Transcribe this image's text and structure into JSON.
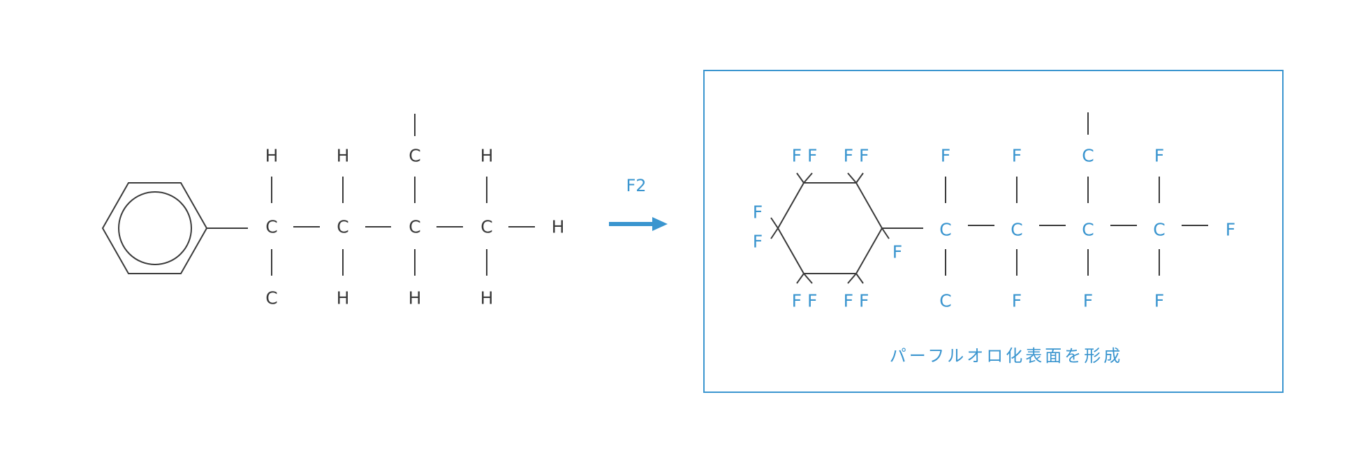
{
  "reactant": {
    "chain_top": [
      "H",
      "H",
      "C",
      "H"
    ],
    "chain_mid": [
      "C",
      "C",
      "C",
      "C",
      "H"
    ],
    "chain_bottom": [
      "C",
      "H",
      "H",
      "H"
    ]
  },
  "reagent": "F2",
  "product": {
    "ring_top_left": "F F",
    "ring_top_right": "F F",
    "ring_left_top": "F",
    "ring_left_bottom": "F",
    "ring_right": "F",
    "ring_bottom_left": "F F",
    "ring_bottom_right": "F F",
    "chain_top": [
      "F",
      "F",
      "C",
      "F"
    ],
    "chain_mid": [
      "C",
      "C",
      "C",
      "C",
      "F"
    ],
    "chain_bottom": [
      "C",
      "F",
      "F",
      "F"
    ],
    "caption": "パーフルオロ化表面を形成"
  },
  "colors": {
    "dark": "#3a3a3a",
    "accent": "#3a95cf"
  }
}
